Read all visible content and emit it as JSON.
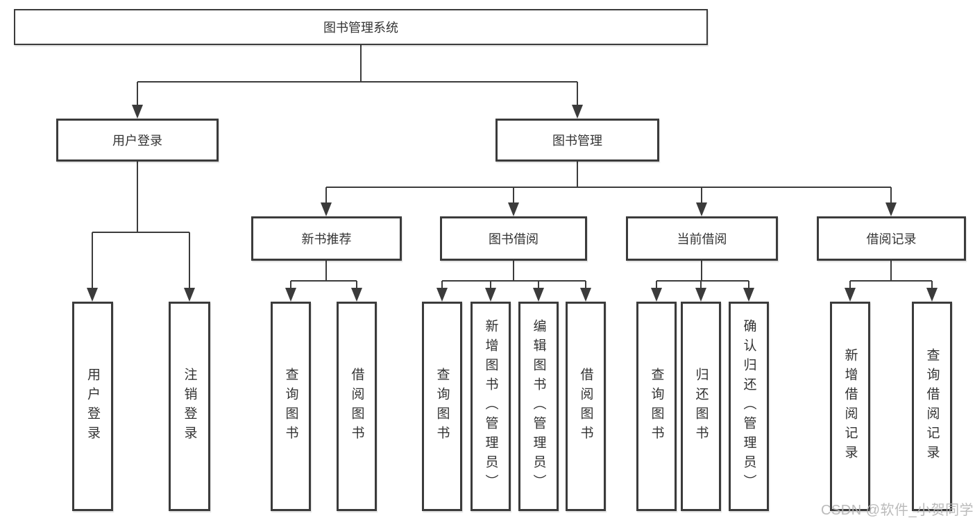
{
  "diagram": {
    "root": "图书管理系统",
    "login_branch": {
      "label": "用户登录",
      "children": [
        "用户登录",
        "注销登录"
      ]
    },
    "mgmt_branch": {
      "label": "图书管理",
      "groups": [
        {
          "label": "新书推荐",
          "children": [
            "查询图书",
            "借阅图书"
          ]
        },
        {
          "label": "图书借阅",
          "children": [
            "查询图书",
            "新增图书（管理员）",
            "编辑图书（管理员）",
            "借阅图书"
          ]
        },
        {
          "label": "当前借阅",
          "children": [
            "查询图书",
            "归还图书",
            "确认归还（管理员）"
          ]
        },
        {
          "label": "借阅记录",
          "children": [
            "新增借阅记录",
            "查询借阅记录"
          ]
        }
      ]
    }
  },
  "watermark": "CSDN @软件_小贺同学",
  "colors": {
    "line": "#3b3b3b",
    "box_border": "#3b3b3b",
    "text": "#333333",
    "watermark": "#b4b4b4",
    "background": "#ffffff"
  }
}
